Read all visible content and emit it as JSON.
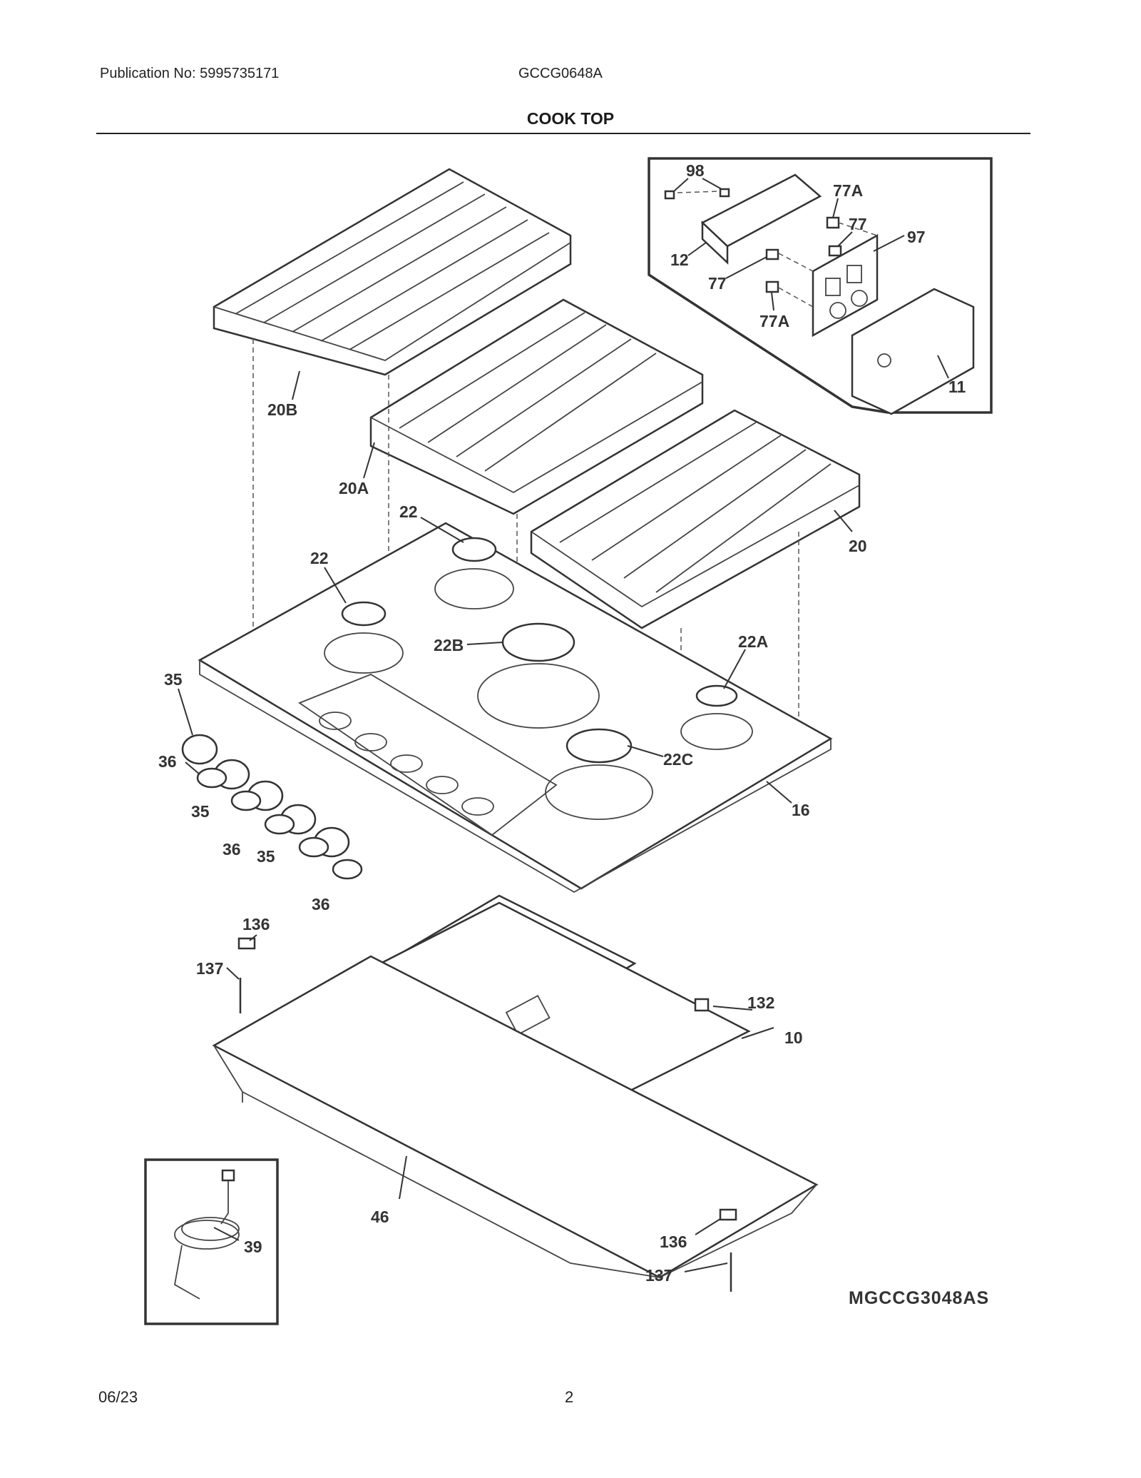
{
  "header": {
    "publication": "Publication No: 5995735171",
    "model": "GCCG0648A",
    "section_title": "COOK TOP"
  },
  "diagram": {
    "code": "MGCCG3048AS",
    "labels": {
      "l98": "98",
      "l77A_top": "77A",
      "l77_right": "77",
      "l97": "97",
      "l12": "12",
      "l77_left": "77",
      "l77A_bottom": "77A",
      "l11": "11",
      "l20B": "20B",
      "l20A": "20A",
      "l20": "20",
      "l22_top": "22",
      "l22_left": "22",
      "l22B": "22B",
      "l22A": "22A",
      "l22C": "22C",
      "l35_top": "35",
      "l36_left": "36",
      "l35_mid": "35",
      "l36_mid": "36",
      "l35_low": "35",
      "l36_bottom": "36",
      "l16": "16",
      "l136_top": "136",
      "l137_top": "137",
      "l132": "132",
      "l10": "10",
      "l46": "46",
      "l39": "39",
      "l136_bottom": "136",
      "l137_bottom": "137"
    }
  },
  "footer": {
    "date": "06/23",
    "page": "2"
  }
}
